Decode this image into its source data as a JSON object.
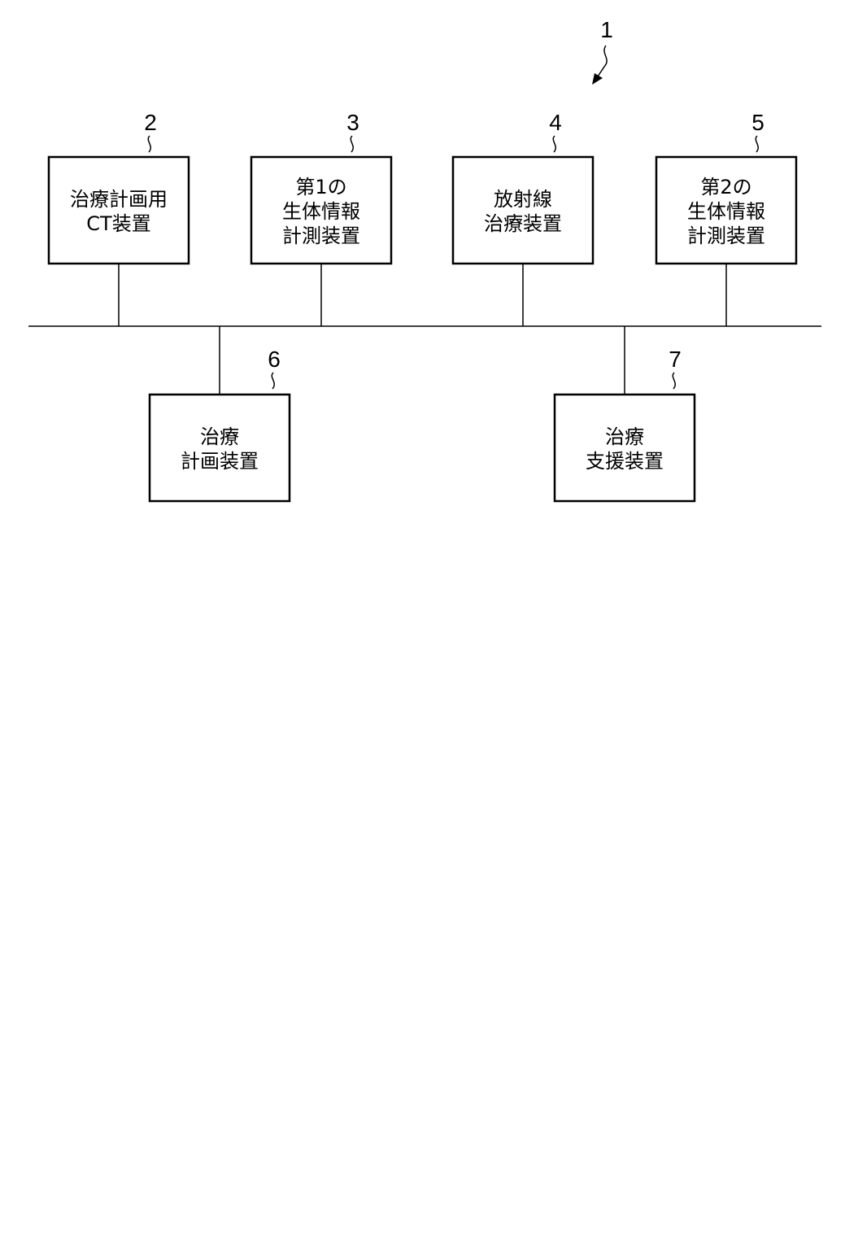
{
  "system": {
    "ref": "1"
  },
  "devices": [
    {
      "id": "d2",
      "ref": "2",
      "lines": [
        "治療計画用",
        "CT装置"
      ]
    },
    {
      "id": "d3",
      "ref": "3",
      "lines": [
        "第1の",
        "生体情報",
        "計測装置"
      ]
    },
    {
      "id": "d4",
      "ref": "4",
      "lines": [
        "放射線",
        "治療装置"
      ]
    },
    {
      "id": "d5",
      "ref": "5",
      "lines": [
        "第2の",
        "生体情報",
        "計測装置"
      ]
    },
    {
      "id": "d6",
      "ref": "6",
      "lines": [
        "治療",
        "計画装置"
      ]
    },
    {
      "id": "d7",
      "ref": "7",
      "lines": [
        "治療",
        "支援装置"
      ]
    }
  ]
}
